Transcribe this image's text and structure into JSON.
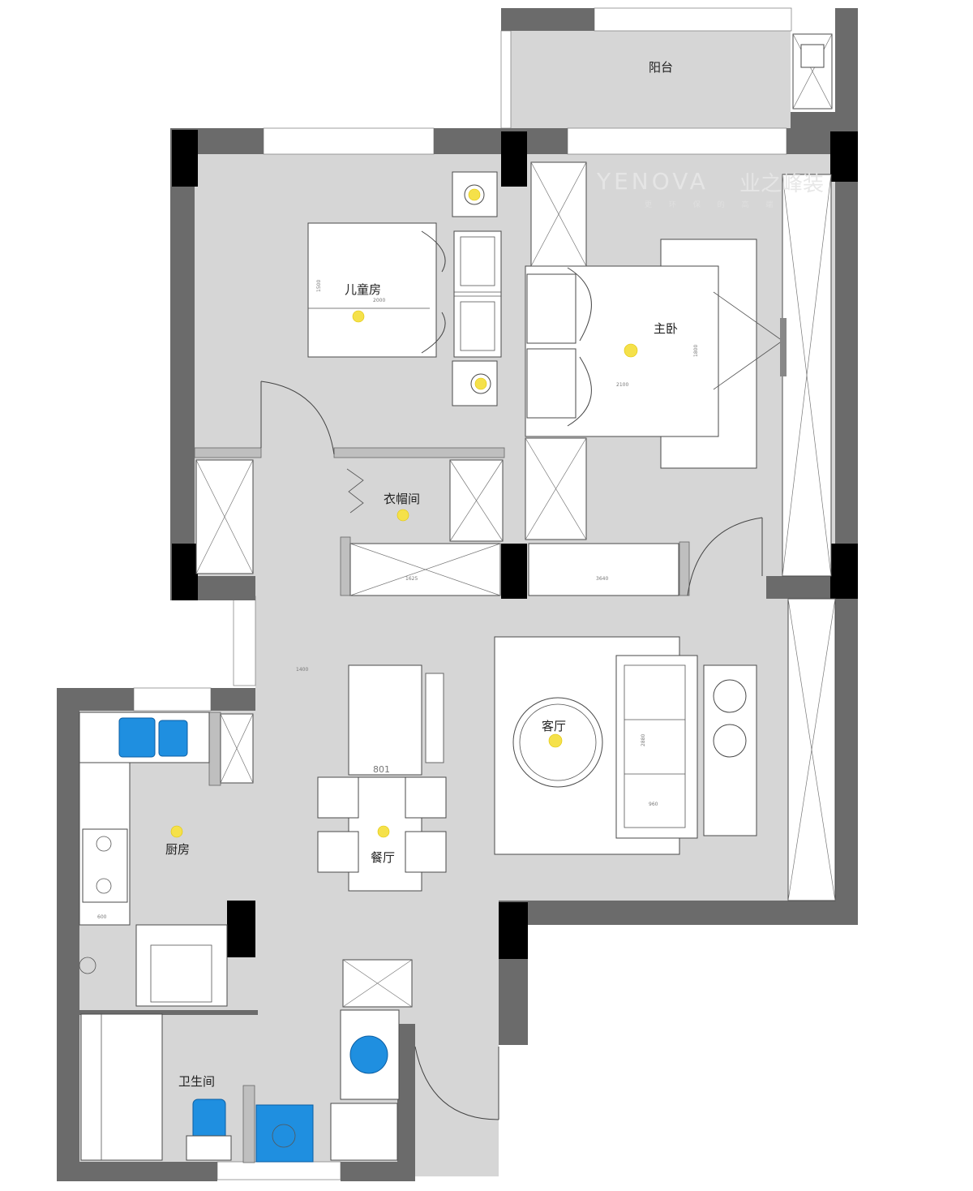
{
  "watermark": {
    "brand": "YENOVA",
    "brand_cn": "业之峰装",
    "slogan": "更 环 保 的 高 端"
  },
  "rooms": {
    "balcony": "阳台",
    "kids_room": "儿童房",
    "master_bedroom": "主卧",
    "cloakroom": "衣帽间",
    "living_room": "客厅",
    "dining_room": "餐厅",
    "kitchen": "厨房",
    "bathroom": "卫生间"
  },
  "dimensions": {
    "kids_bed_width": "2000",
    "kids_bed_height": "1500",
    "master_bed_width": "2100",
    "master_bed_height": "1800",
    "cloak_corridor": "1625",
    "wardrobe_run": "3640",
    "living_wall": "1400",
    "sofa_length": "2880",
    "sofa_depth": "960",
    "dining_table": "801",
    "kitchen_counter": "600"
  },
  "colors": {
    "floor": "#d6d6d6",
    "wall": "#6b6b6b",
    "column": "#000000",
    "fixture_blue": "#1f8fe0",
    "lamp": "#f5e14a"
  }
}
